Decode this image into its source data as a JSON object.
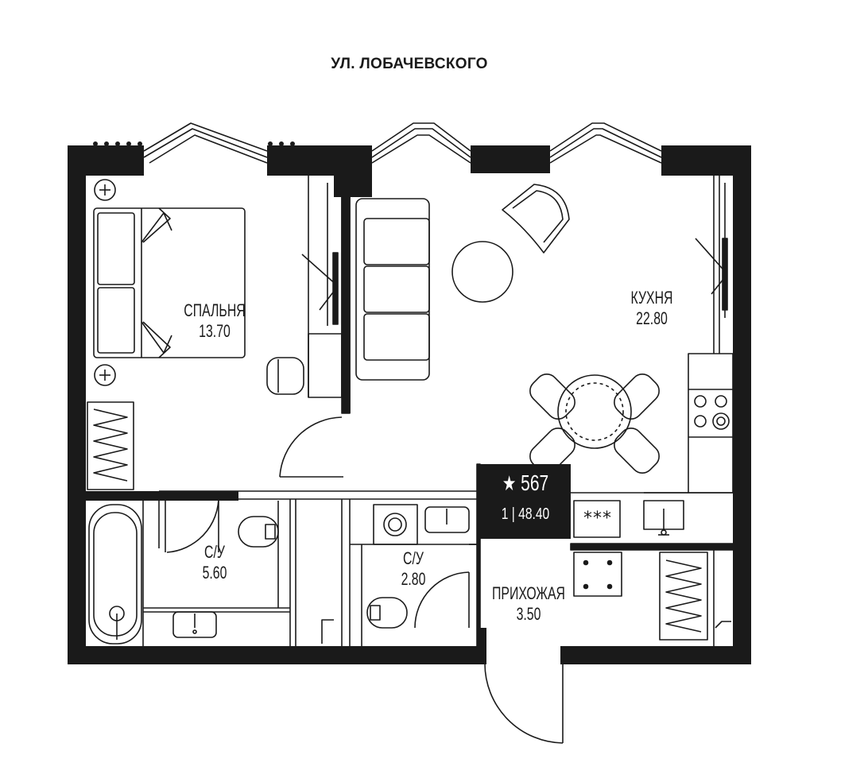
{
  "street": "УЛ. ЛОБАЧЕВСКОГО",
  "rooms": {
    "bedroom": {
      "name": "СПАЛЬНЯ",
      "area": "13.70"
    },
    "kitchen": {
      "name": "КУХНЯ",
      "area": "22.80"
    },
    "bath1": {
      "name": "С/У",
      "area": "5.60"
    },
    "bath2": {
      "name": "С/У",
      "area": "2.80"
    },
    "hall": {
      "name": "ПРИХОЖАЯ",
      "area": "3.50"
    }
  },
  "badge": {
    "star": "★",
    "number": "567",
    "rooms": "1",
    "separator": "|",
    "total_area": "48.40"
  },
  "kitchen_label_stars": "***"
}
